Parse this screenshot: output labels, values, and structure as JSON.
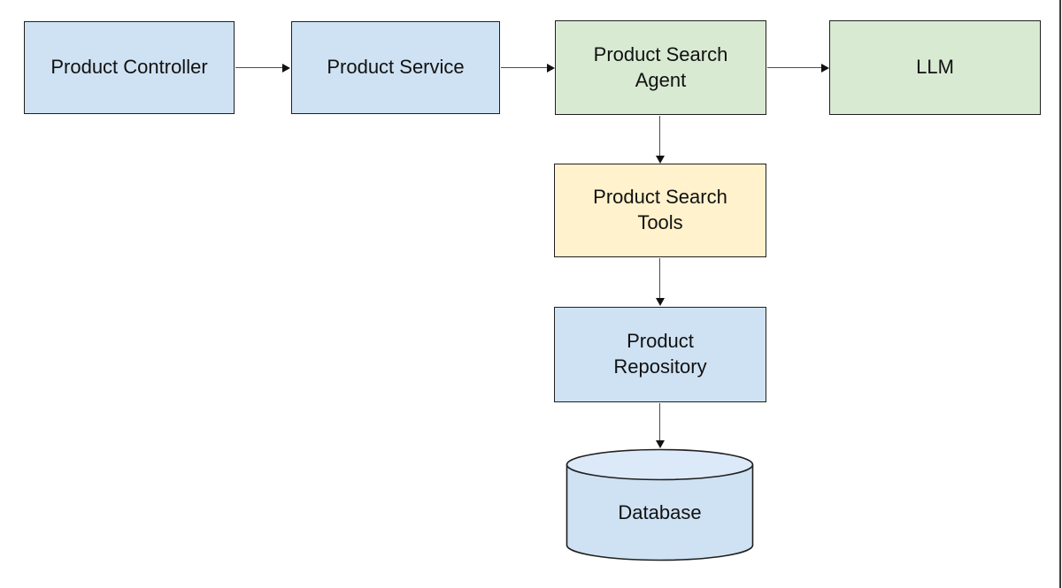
{
  "diagram": {
    "nodes": {
      "product_controller": {
        "label": "Product Controller",
        "fill": "#cfe2f3",
        "shape": "rect"
      },
      "product_service": {
        "label": "Product Service",
        "fill": "#cfe2f3",
        "shape": "rect"
      },
      "product_search_agent": {
        "label": "Product Search\nAgent",
        "fill": "#d9ead3",
        "shape": "rect"
      },
      "llm": {
        "label": "LLM",
        "fill": "#d9ead3",
        "shape": "rect"
      },
      "product_search_tools": {
        "label": "Product Search\nTools",
        "fill": "#fff2cc",
        "shape": "rect"
      },
      "product_repository": {
        "label": "Product\nRepository",
        "fill": "#cfe2f3",
        "shape": "rect"
      },
      "database": {
        "label": "Database",
        "fill": "#cfe2f3",
        "shape": "cylinder"
      }
    },
    "edges": [
      {
        "from": "product_controller",
        "to": "product_service",
        "direction": "right"
      },
      {
        "from": "product_service",
        "to": "product_search_agent",
        "direction": "right"
      },
      {
        "from": "product_search_agent",
        "to": "llm",
        "direction": "right"
      },
      {
        "from": "product_search_agent",
        "to": "product_search_tools",
        "direction": "down"
      },
      {
        "from": "product_search_tools",
        "to": "product_repository",
        "direction": "down"
      },
      {
        "from": "product_repository",
        "to": "database",
        "direction": "down"
      }
    ],
    "colors": {
      "node_blue": "#cfe2f3",
      "node_green": "#d9ead3",
      "node_yellow": "#fff2cc",
      "node_border": "#1f1f1f",
      "connector_line": "#4d4d4d",
      "arrowhead": "#111111",
      "background": "#ffffff",
      "cylinder_top": "#dce9f8"
    }
  }
}
